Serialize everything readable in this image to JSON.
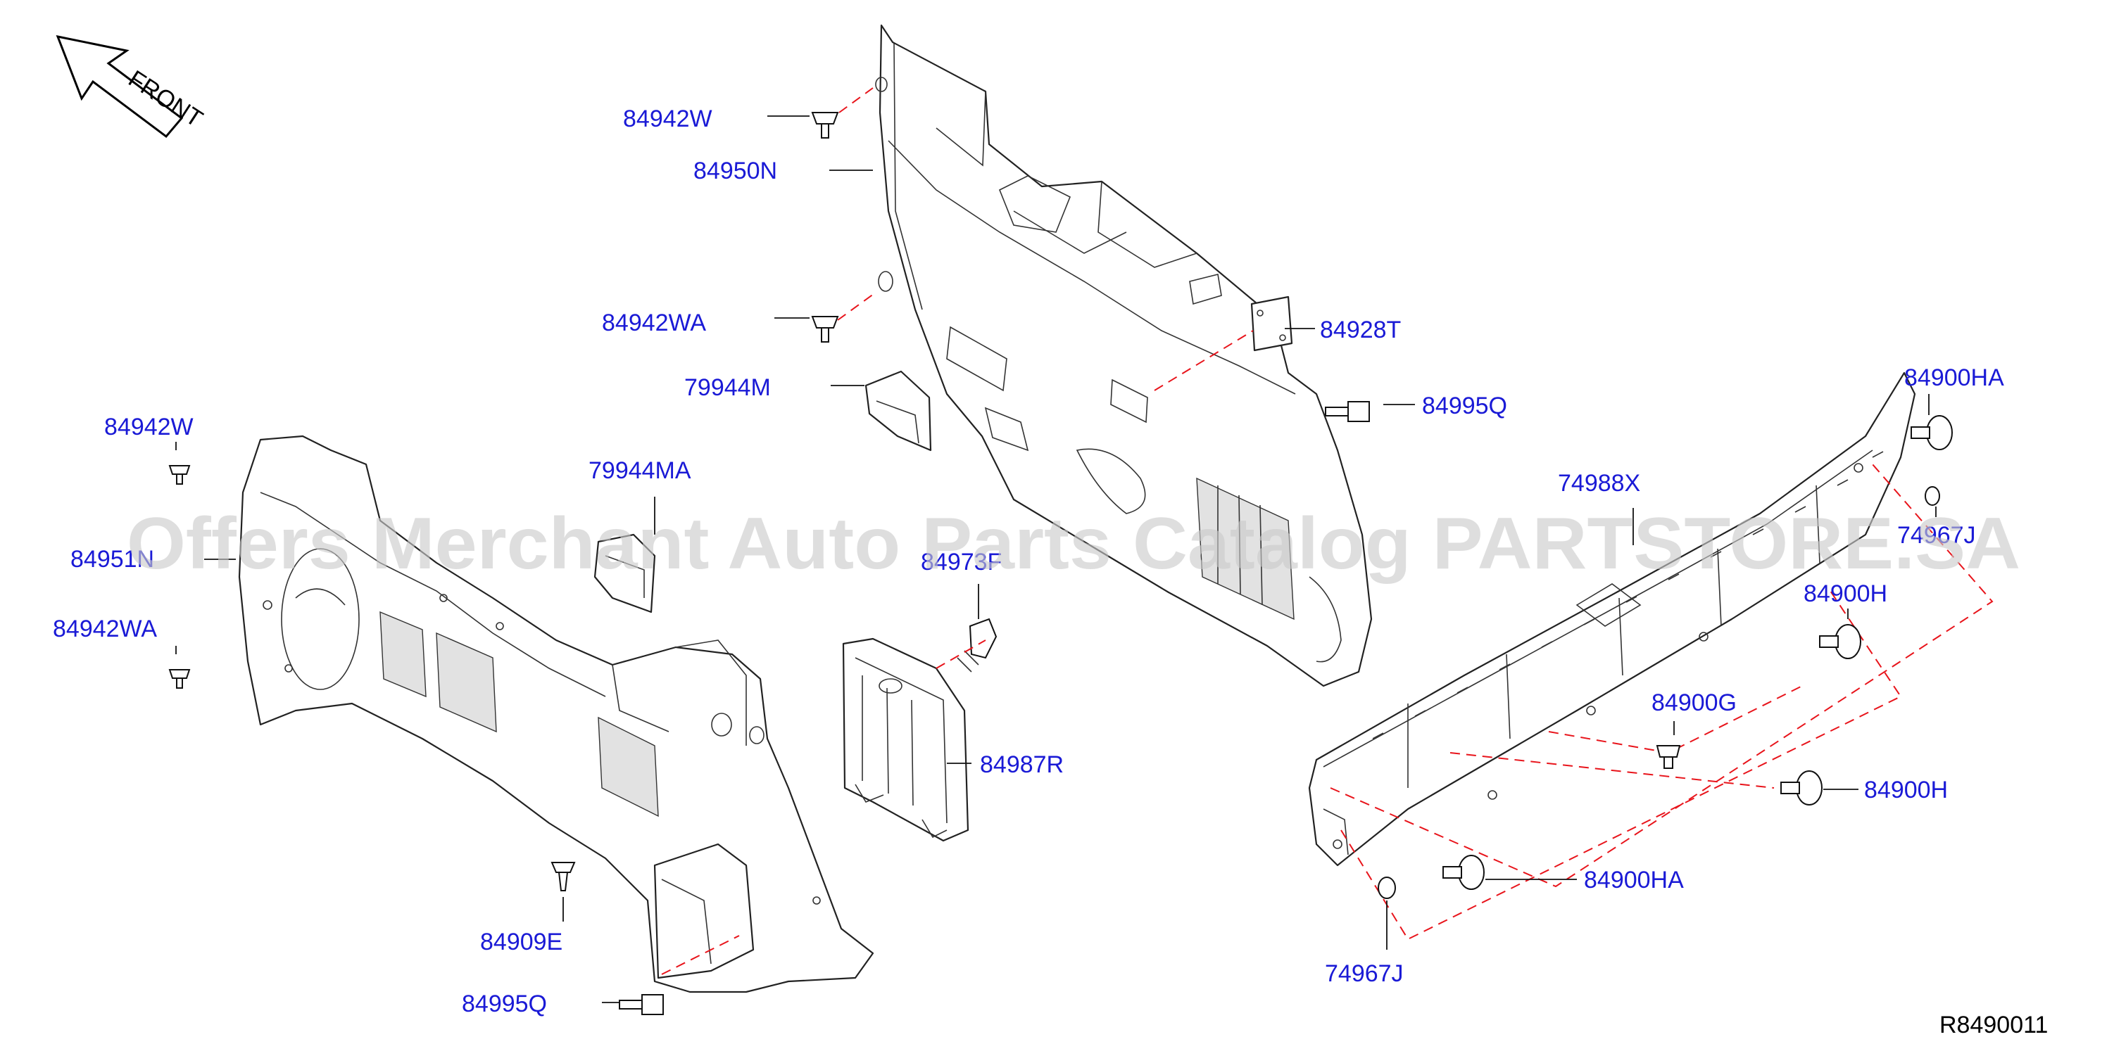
{
  "diagram": {
    "front_label": "FRONT",
    "watermark": "Offers Merchant Auto Parts Catalog PARTSTORE.SA",
    "diagram_code": "R8490011",
    "callouts": [
      {
        "id": "c1",
        "text": "84942W"
      },
      {
        "id": "c2",
        "text": "84950N"
      },
      {
        "id": "c3",
        "text": "84942WA"
      },
      {
        "id": "c4",
        "text": "79944M"
      },
      {
        "id": "c5",
        "text": "84928T"
      },
      {
        "id": "c6",
        "text": "84995Q"
      },
      {
        "id": "c7",
        "text": "84900HA"
      },
      {
        "id": "c8",
        "text": "74988X"
      },
      {
        "id": "c9",
        "text": "74967J"
      },
      {
        "id": "c10",
        "text": "84900H"
      },
      {
        "id": "c11",
        "text": "84900G"
      },
      {
        "id": "c12",
        "text": "84900H"
      },
      {
        "id": "c13",
        "text": "84900HA"
      },
      {
        "id": "c14",
        "text": "74967J"
      },
      {
        "id": "c15",
        "text": "84942W"
      },
      {
        "id": "c16",
        "text": "79944MA"
      },
      {
        "id": "c17",
        "text": "84951N"
      },
      {
        "id": "c18",
        "text": "84973F"
      },
      {
        "id": "c19",
        "text": "84942WA"
      },
      {
        "id": "c20",
        "text": "84987R"
      },
      {
        "id": "c21",
        "text": "84909E"
      },
      {
        "id": "c22",
        "text": "84995Q"
      }
    ]
  }
}
